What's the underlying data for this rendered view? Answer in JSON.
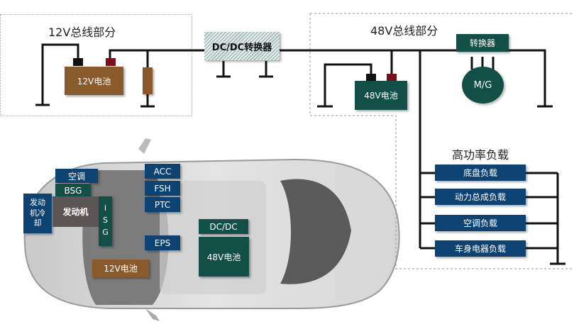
{
  "sections": {
    "bus12v_title": "12V总线部分",
    "bus48v_title": "48V总线部分",
    "high_power_title": "高功率负载"
  },
  "components": {
    "battery_12v": "12V电池",
    "dcdc_converter": "DC/DC转换器",
    "battery_48v": "48V电池",
    "converter": "转换器",
    "motor_generator": "M/G"
  },
  "high_power_loads": [
    {
      "label": "底盘负载"
    },
    {
      "label": "动力总成负载"
    },
    {
      "label": "空调负载"
    },
    {
      "label": "车身电器负载"
    }
  ],
  "car_layout": {
    "aircon": "空调",
    "bsg": "BSG",
    "engine_cooling": "发动机冷却",
    "engine": "发动机",
    "isg": "ISG",
    "acc": "ACC",
    "fsh": "FSH",
    "ptc": "PTC",
    "eps": "EPS",
    "dcdc": "DC/DC",
    "battery_48v": "48V电池",
    "battery_12v": "12V电池"
  },
  "colors": {
    "brown": "#8a5a2b",
    "dark_green": "#124f46",
    "navy": "#0d4373",
    "engine_gray": "#5c5555",
    "terminal_red": "#7a0e1a"
  }
}
